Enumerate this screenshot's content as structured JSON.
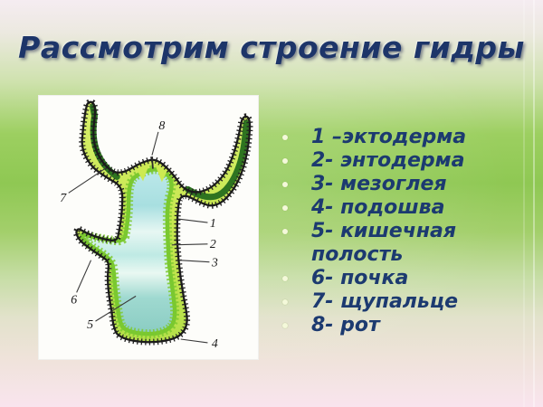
{
  "slide": {
    "title": "Рассмотрим строение гидры",
    "colors": {
      "title_text": "#1d3569",
      "legend_text": "#1c3a70",
      "bullet": "#f4f9da",
      "background_top": "#f5ecf1",
      "background_green": "#8fc853",
      "background_bottom": "#f9e4ee",
      "figure_background": "#fdfdfa",
      "ectoderm_fill": "#cdea52",
      "endoderm_green": "#79c830",
      "cavity_cyan": "#b9e7e9",
      "tentacle_core_green": "#2e7420",
      "outline_dark": "#1c1c1c"
    },
    "legend": {
      "items": [
        {
          "label": "1 –эктодерма"
        },
        {
          "label": "2- энтодерма"
        },
        {
          "label": "3- мезоглея"
        },
        {
          "label": "4- подошва"
        },
        {
          "label": "5- кишечная полость"
        },
        {
          "label": "6- почка"
        },
        {
          "label": "7- щупальце"
        },
        {
          "label": "8- рот"
        }
      ]
    },
    "diagram": {
      "subject": "hydra-cross-section",
      "figure_labels": [
        {
          "n": "1"
        },
        {
          "n": "2"
        },
        {
          "n": "3"
        },
        {
          "n": "4"
        },
        {
          "n": "5"
        },
        {
          "n": "6"
        },
        {
          "n": "7"
        },
        {
          "n": "8"
        }
      ]
    }
  }
}
